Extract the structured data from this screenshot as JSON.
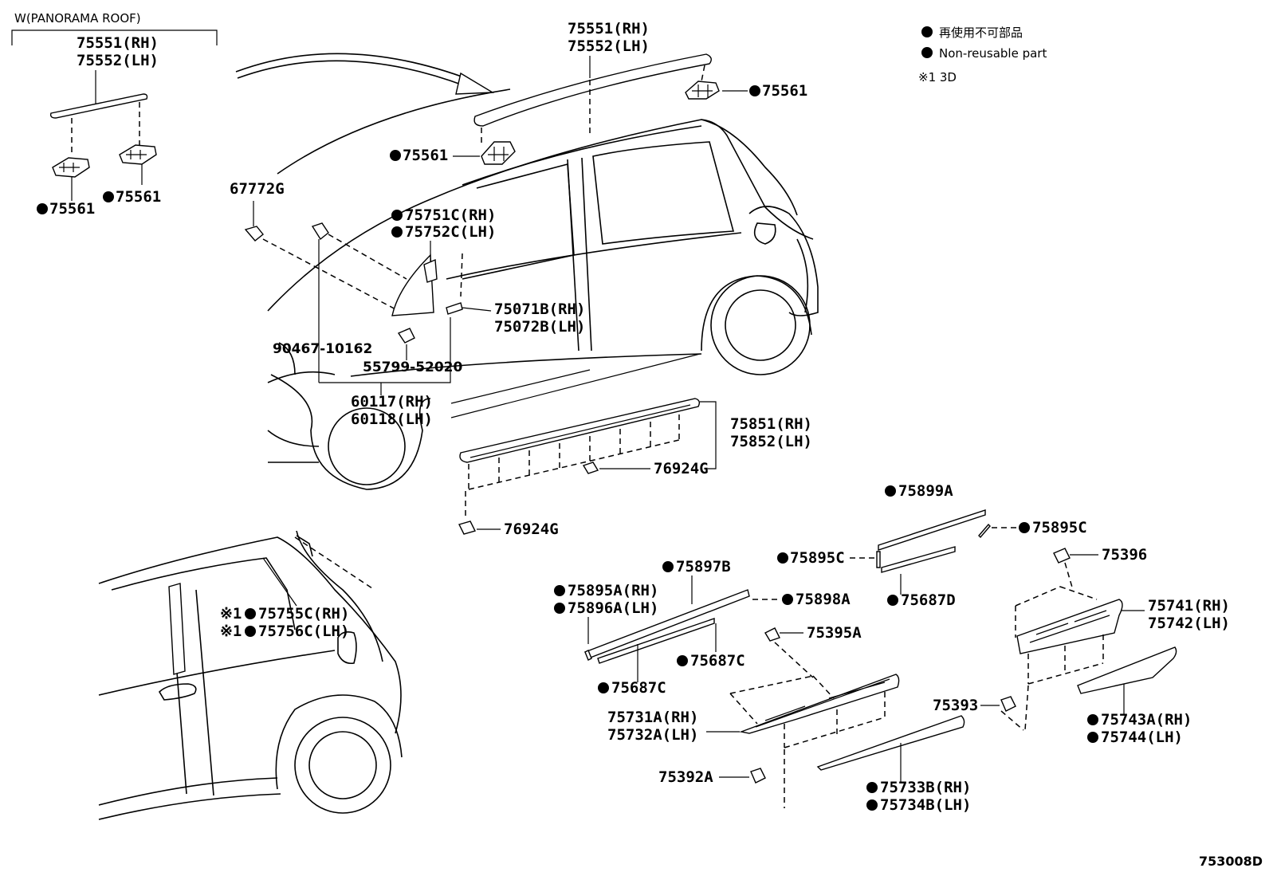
{
  "legend": {
    "non_reusable_jp": "再使用不可部品",
    "non_reusable_en": "Non-reusable part",
    "note_1": "※1 3D"
  },
  "inset_title": "W(PANORAMA ROOF)",
  "diagram_id": "753008D",
  "labels": {
    "inset_75551": "75551(RH)",
    "inset_75552": "75552(LH)",
    "inset_75561_a": "75561",
    "inset_75561_b": "75561",
    "roof_75551": "75551(RH)",
    "roof_75552": "75552(LH)",
    "roof_75561_r": "75561",
    "roof_75561_l": "75561",
    "p67772g": "67772G",
    "p75751c": "75751C(RH)",
    "p75752c": "75752C(LH)",
    "p75071b": "75071B(RH)",
    "p75072b": "75072B(LH)",
    "p90467": "90467-10162",
    "p55799": "55799-52020",
    "p60117": "60117(RH)",
    "p60118": "60118(LH)",
    "p75851": "75851(RH)",
    "p75852": "75852(LH)",
    "p76924g_a": "76924G",
    "p76924g_b": "76924G",
    "p75899a": "75899A",
    "p75895c_a": "75895C",
    "p75895c_b": "75895C",
    "p75396": "75396",
    "p75687d": "75687D",
    "p75897b": "75897B",
    "p75895a": "75895A(RH)",
    "p75896a": "75896A(LH)",
    "p75898a": "75898A",
    "p75687c_a": "75687C",
    "p75687c_b": "75687C",
    "p75395a": "75395A",
    "p75741": "75741(RH)",
    "p75742": "75742(LH)",
    "p75755c": "75755C(RH)",
    "p75756c": "75756C(LH)",
    "note_mark_a": "※1",
    "note_mark_b": "※1",
    "p75393": "75393",
    "p75743a": "75743A(RH)",
    "p75744": "75744(LH)",
    "p75731a": "75731A(RH)",
    "p75732a": "75732A(LH)",
    "p75733b": "75733B(RH)",
    "p75734b": "75734B(LH)",
    "p75392a": "75392A"
  }
}
